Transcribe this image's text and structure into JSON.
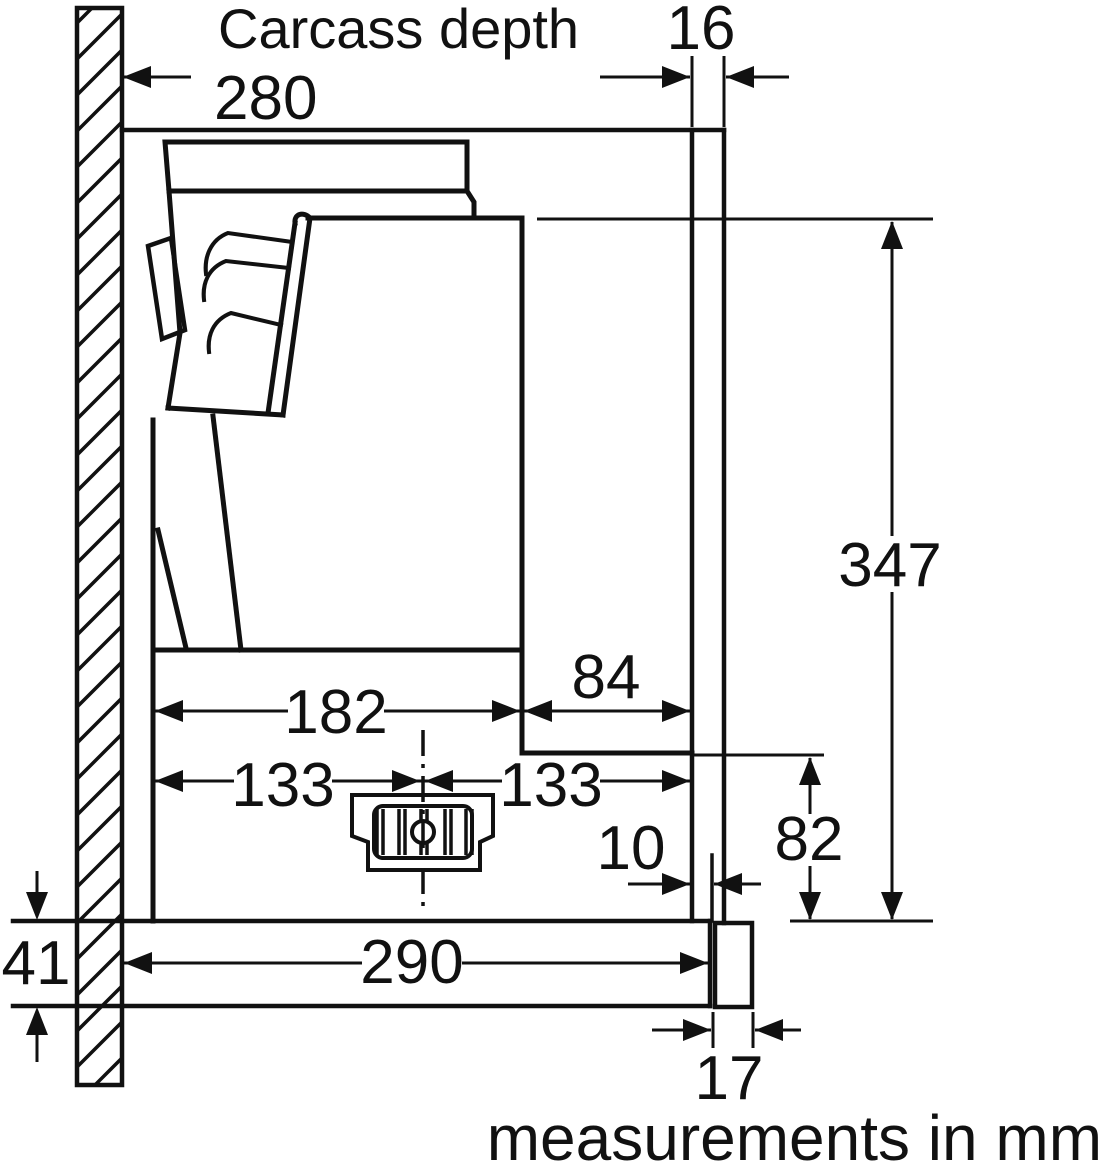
{
  "labels": {
    "carcass_depth": "Carcass depth",
    "units": "measurements in mm"
  },
  "dims": {
    "carcass_depth_mm": "280",
    "side_panel_thickness_mm": "16",
    "overall_height_mm": "347",
    "body_depth_mm": "182",
    "rear_clearance_mm": "84",
    "outlet_offset_left_mm": "133",
    "outlet_offset_right_mm": "133",
    "lower_section_height_mm": "82",
    "panel_gap_mm": "10",
    "base_depth_mm": "290",
    "base_recess_height_mm": "41",
    "front_strip_mm": "17"
  },
  "colors": {
    "ink": "#111111",
    "background": "#ffffff"
  }
}
